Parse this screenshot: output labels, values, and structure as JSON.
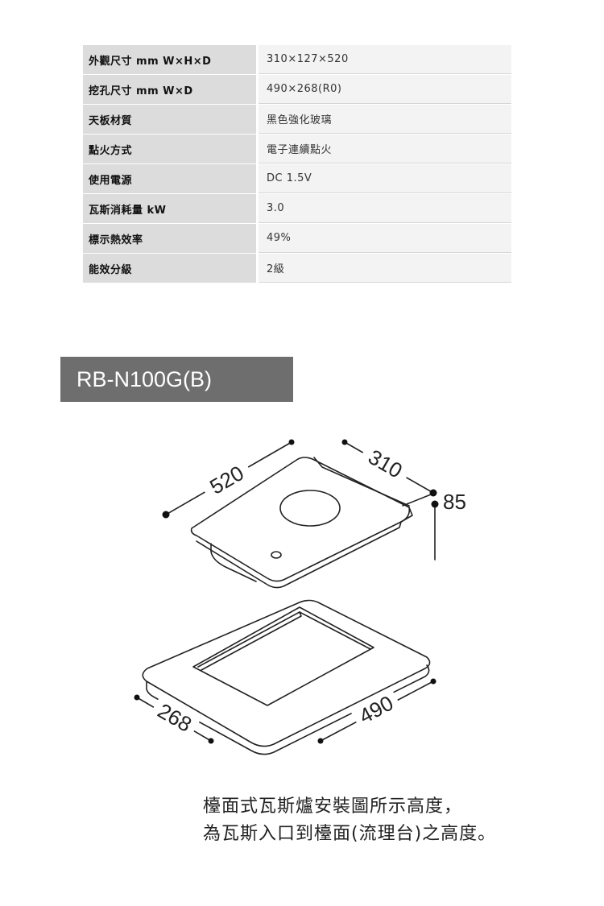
{
  "specs": [
    {
      "label": "外觀尺寸 mm W×H×D",
      "value": "310×127×520"
    },
    {
      "label": "挖孔尺寸 mm W×D",
      "value": "490×268(R0)"
    },
    {
      "label": "天板材質",
      "value": "黑色強化玻璃"
    },
    {
      "label": "點火方式",
      "value": "電子連續點火"
    },
    {
      "label": "使用電源",
      "value": "DC 1.5V"
    },
    {
      "label": "瓦斯消耗量 kW",
      "value": "3.0"
    },
    {
      "label": "標示熱效率",
      "value": "49%"
    },
    {
      "label": "能效分級",
      "value": "2級"
    }
  ],
  "model": "RB-N100G(B)",
  "dimensions": {
    "depth": "520",
    "width": "310",
    "height": "85",
    "cutout_width": "268",
    "cutout_depth": "490"
  },
  "note": {
    "line1": "檯面式瓦斯爐安裝圖所示高度，",
    "line2": "為瓦斯入口到檯面(流理台)之高度。"
  },
  "colors": {
    "label_bg": "#dcdcdc",
    "value_bg": "#f3f3f3",
    "banner_bg": "#6e6e6e",
    "line": "#222222"
  }
}
